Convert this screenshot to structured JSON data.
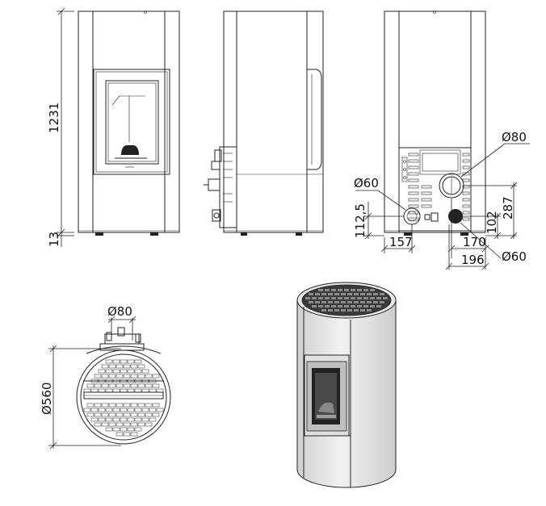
{
  "dimensions": {
    "height_total": "1231",
    "foot_height": "13",
    "flue_back_diameter": "Ø80",
    "air_inlet_diameter": "Ø60",
    "air_inlet_height": "112,5",
    "air_inlet_offset": "157",
    "flue_side_offset": "170",
    "outlet_height": "102",
    "flue_height": "287",
    "outlet_offset": "196",
    "outlet_diameter": "Ø60",
    "top_flue_diameter": "Ø80",
    "body_diameter": "Ø560"
  }
}
